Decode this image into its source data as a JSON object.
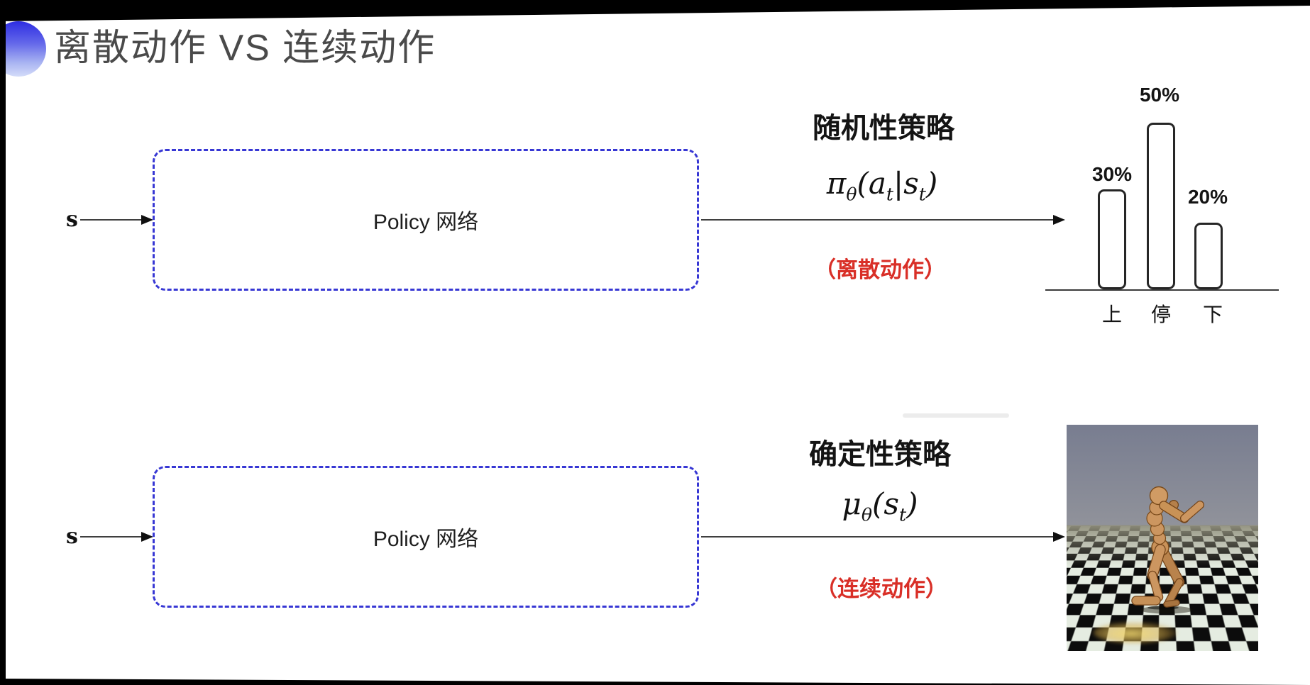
{
  "page": {
    "title": "离散动作 VS 连续动作"
  },
  "rows": [
    {
      "input_label": "s",
      "box_label": "Policy 网络",
      "policy_title": "随机性策略",
      "formula": "π_θ(a_t|s_t)",
      "action_note": "（离散动作）"
    },
    {
      "input_label": "s",
      "box_label": "Policy 网络",
      "policy_title": "确定性策略",
      "formula": "μ_θ(s_t)",
      "action_note": "（连续动作）"
    }
  ],
  "chart_data": {
    "type": "bar",
    "categories": [
      "上",
      "停",
      "下"
    ],
    "values": [
      30,
      50,
      20
    ],
    "value_labels": [
      "30%",
      "50%",
      "20%"
    ],
    "title": "",
    "xlabel": "",
    "ylabel": "",
    "ylim": [
      0,
      60
    ],
    "grid": false,
    "legend_position": "none"
  },
  "colors": {
    "box_dash_blue": "#3737d4",
    "action_red": "#d92f27",
    "title_gray": "#4a4a4a",
    "ink": "#141414"
  }
}
